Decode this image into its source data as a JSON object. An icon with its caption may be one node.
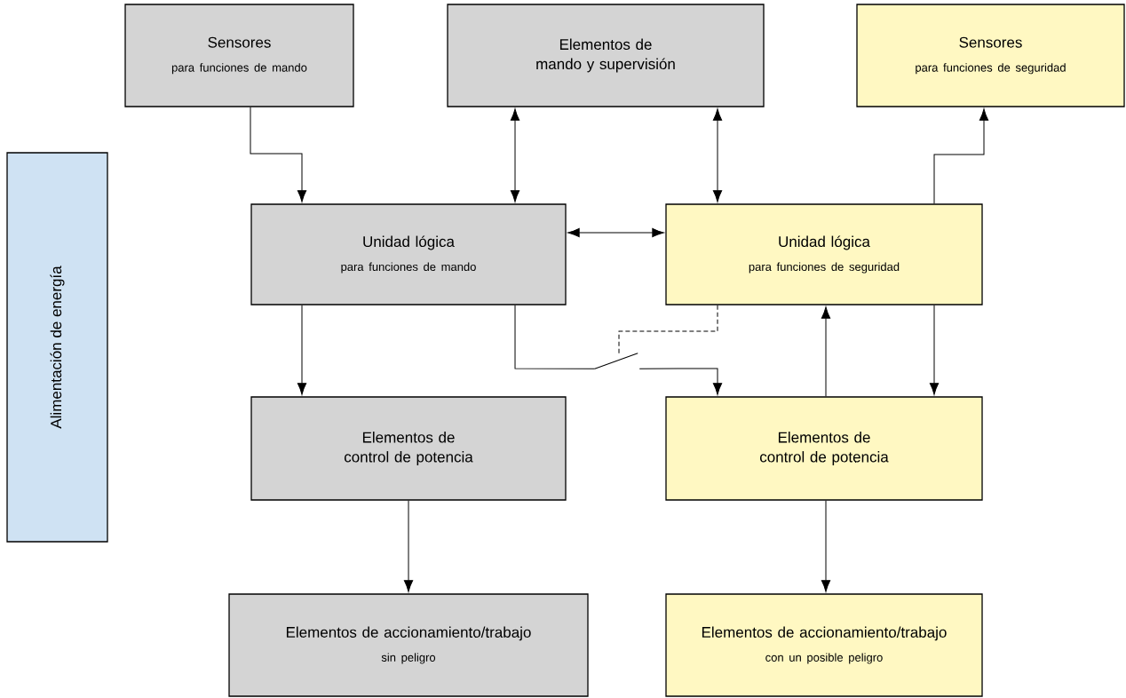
{
  "diagram": {
    "nodes": [
      {
        "text": [
          "Sensores",
          "para funciones de mando"
        ]
      },
      {
        "text": [
          "Elementos de mando y supervisión"
        ]
      },
      {
        "text": [
          "Sensores",
          "para funciones de seguridad"
        ]
      },
      {
        "text": [
          "Unidad lógica",
          "para funciones de mando"
        ]
      },
      {
        "text": [
          "Unidad lógica",
          "para funciones de seguridad"
        ]
      },
      {
        "text": [
          "Elementos de control de potencia"
        ]
      },
      {
        "text": [
          "Elementos de control de potencia"
        ]
      },
      {
        "text": [
          "Elementos de accionamiento/trabajo",
          "sin peligro"
        ]
      },
      {
        "text": [
          "Elementos de accionamiento/trabajo",
          "con un posible peligro"
        ]
      },
      {
        "text": [
          "Alimentación de energía"
        ]
      },
      {
        "text": [],
        "shape": "switch"
      }
    ],
    "edges": [
      {
        "from": 0,
        "to": 3,
        "arrow": "to"
      },
      {
        "from": 1,
        "to": 3,
        "arrow": "both"
      },
      {
        "from": 1,
        "to": 4,
        "arrow": "both"
      },
      {
        "from": 3,
        "to": 4,
        "arrow": "both"
      },
      {
        "from": 4,
        "to": 2,
        "arrow": "to"
      },
      {
        "from": 3,
        "to": 5,
        "arrow": "to"
      },
      {
        "from": 3,
        "to": 10,
        "arrow": "none"
      },
      {
        "from": 10,
        "to": 6,
        "arrow": "to"
      },
      {
        "from": 4,
        "to": 10,
        "arrow": "none",
        "style": "dashed"
      },
      {
        "from": 4,
        "to": 6,
        "arrow": "to"
      },
      {
        "from": 6,
        "to": 4,
        "arrow": "to"
      },
      {
        "from": 5,
        "to": 7,
        "arrow": "to"
      },
      {
        "from": 6,
        "to": 8,
        "arrow": "to"
      }
    ]
  }
}
